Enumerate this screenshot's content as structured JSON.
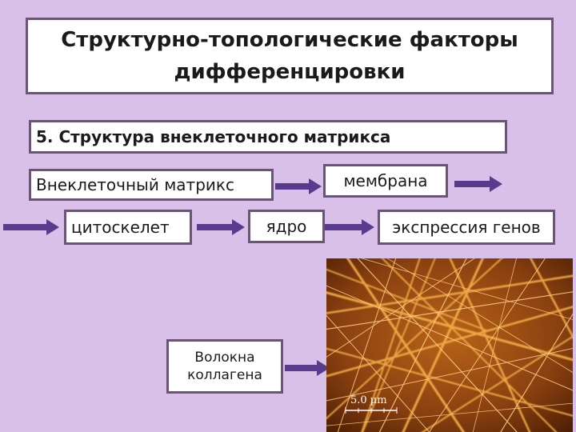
{
  "title": {
    "line1": "Структурно-топологические факторы",
    "line2": "дифференцировки"
  },
  "section": "5. Структура внеклеточного матрикса",
  "nodes": {
    "matrix": "Внеклеточный матрикс",
    "membrane": "мембрана",
    "cytoskeleton": "цитоскелет",
    "nucleus": "ядро",
    "gene_expression": "экспрессия генов",
    "collagen_line1": "Волокна",
    "collagen_line2": "коллагена"
  },
  "micrograph": {
    "scale_label": "5.0 µm"
  },
  "colors": {
    "background": "#d8c0e8",
    "box_border": "#6b5478",
    "arrow": "#5a3a8c",
    "fiber": "#f0a040"
  }
}
